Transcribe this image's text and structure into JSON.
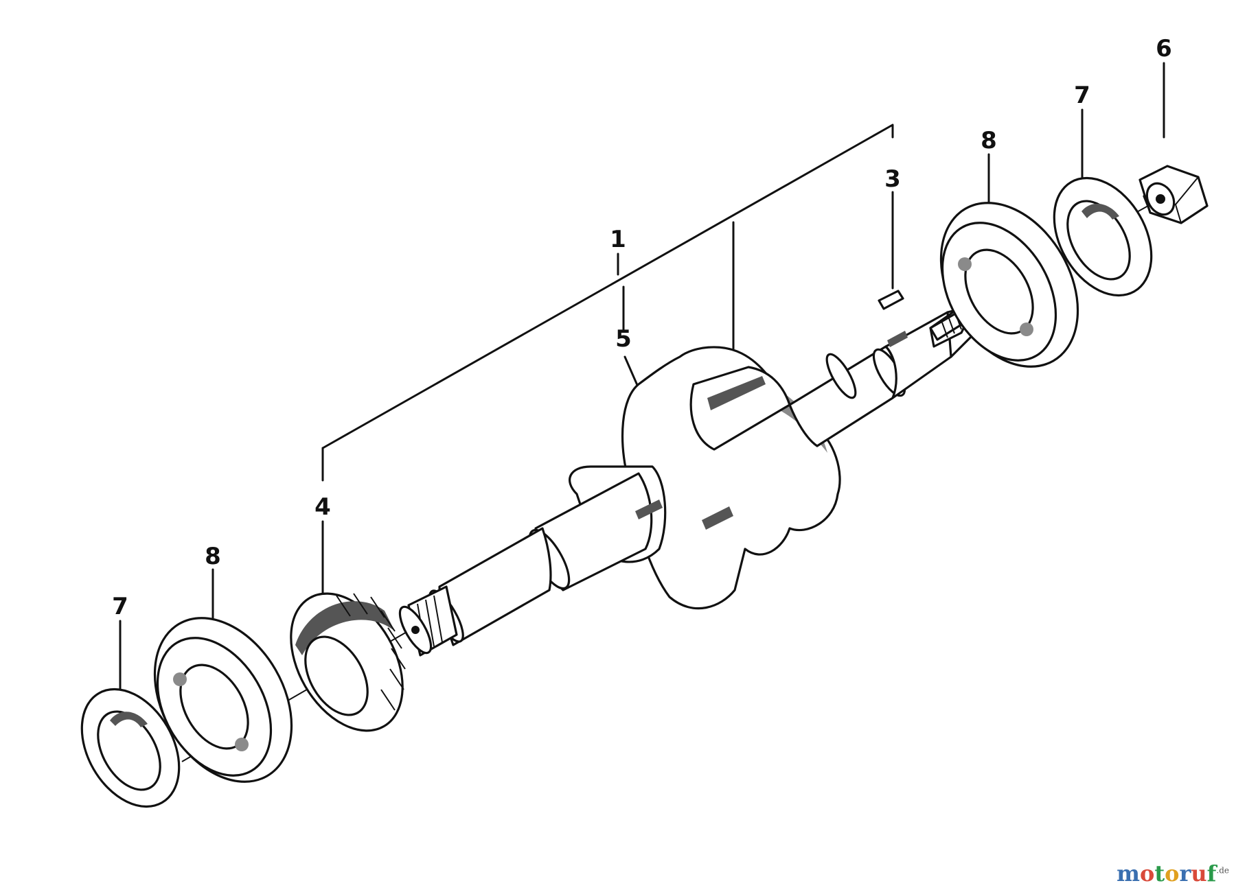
{
  "callouts": {
    "part_1": "1",
    "part_3": "3",
    "part_4": "4",
    "part_5": "5",
    "part_6": "6",
    "part_7_left": "7",
    "part_7_right": "7",
    "part_8_left": "8",
    "part_8_right": "8"
  },
  "watermark": {
    "letters": [
      "m",
      "o",
      "t",
      "o",
      "r",
      "u",
      "f"
    ],
    "letter_colors": [
      "#3a6fb0",
      "#d94a3a",
      "#2a9a4a",
      "#e0a020",
      "#3a6fb0",
      "#d94a3a",
      "#2a9a4a"
    ],
    "suffix": ".de"
  }
}
